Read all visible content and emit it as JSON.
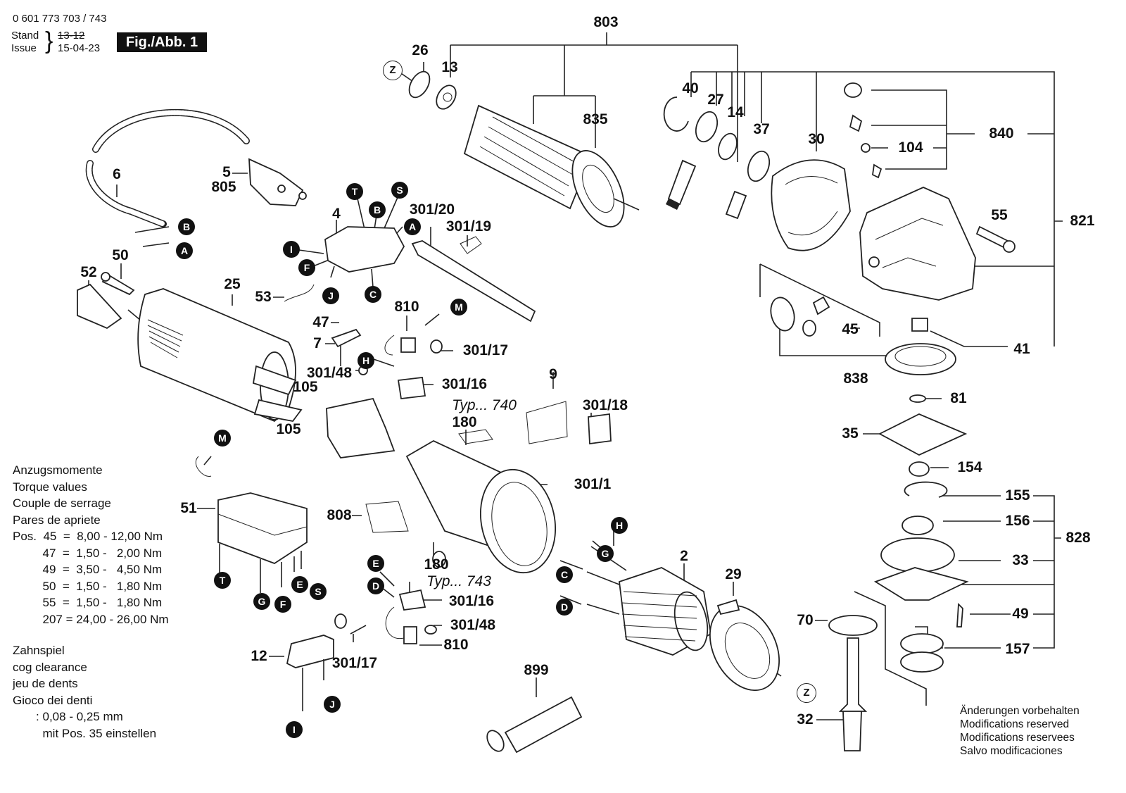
{
  "header": {
    "document_number": "0 601 773 703 / 743",
    "stand_label": "Stand",
    "issue_label": "Issue",
    "revision_old": "13-12",
    "revision_new": "15-04-23",
    "figure_label": "Fig./Abb. 1"
  },
  "torque_note": {
    "lines": [
      "Anzugsmomente",
      "Torque values",
      "Couple de serrage",
      "Pares de apriete"
    ],
    "rows": [
      {
        "pos": "45",
        "value": "8,00 - 12,00 Nm"
      },
      {
        "pos": "47",
        "value": "1,50 -   2,00 Nm"
      },
      {
        "pos": "49",
        "value": "3,50 -   4,50 Nm"
      },
      {
        "pos": "50",
        "value": "1,50 -   1,80 Nm"
      },
      {
        "pos": "55",
        "value": "1,50 -   1,80 Nm"
      },
      {
        "pos": "207",
        "value": "24,00 - 26,00 Nm"
      }
    ],
    "pos_prefix": "Pos.",
    "text": "Anzugsmomente\nTorque values\nCouple de serrage\nPares de apriete\nPos.  45  =  8,00 - 12,00 Nm\n         47  =  1,50 -   2,00 Nm\n         49  =  3,50 -   4,50 Nm\n         50  =  1,50 -   1,80 Nm\n         55  =  1,50 -   1,80 Nm\n         207 = 24,00 - 26,00 Nm"
  },
  "cog_note": {
    "text": "Zahnspiel\ncog clearance\njeu de dents\nGioco dei denti\n       : 0,08 - 0,25 mm\n         mit Pos. 35 einstellen"
  },
  "modifications_note": {
    "text": "Änderungen vorbehalten\nModifications reserved\nModifications reservees\nSalvo modificaciones"
  },
  "part_labels": [
    {
      "id": "803",
      "text": "803"
    },
    {
      "id": "26",
      "text": "26"
    },
    {
      "id": "13",
      "text": "13"
    },
    {
      "id": "835",
      "text": "835"
    },
    {
      "id": "40",
      "text": "40"
    },
    {
      "id": "27",
      "text": "27"
    },
    {
      "id": "14",
      "text": "14"
    },
    {
      "id": "37",
      "text": "37"
    },
    {
      "id": "30",
      "text": "30"
    },
    {
      "id": "840",
      "text": "840"
    },
    {
      "id": "104",
      "text": "104"
    },
    {
      "id": "55",
      "text": "55"
    },
    {
      "id": "821",
      "text": "821"
    },
    {
      "id": "45",
      "text": "45"
    },
    {
      "id": "41",
      "text": "41"
    },
    {
      "id": "838",
      "text": "838"
    },
    {
      "id": "81",
      "text": "81"
    },
    {
      "id": "35",
      "text": "35"
    },
    {
      "id": "154",
      "text": "154"
    },
    {
      "id": "155",
      "text": "155"
    },
    {
      "id": "156",
      "text": "156"
    },
    {
      "id": "828",
      "text": "828"
    },
    {
      "id": "33",
      "text": "33"
    },
    {
      "id": "49",
      "text": "49"
    },
    {
      "id": "157",
      "text": "157"
    },
    {
      "id": "70",
      "text": "70"
    },
    {
      "id": "32",
      "text": "32"
    },
    {
      "id": "6",
      "text": "6"
    },
    {
      "id": "5",
      "text": "5"
    },
    {
      "id": "805",
      "text": "805"
    },
    {
      "id": "50",
      "text": "50"
    },
    {
      "id": "52",
      "text": "52"
    },
    {
      "id": "25",
      "text": "25"
    },
    {
      "id": "105a",
      "text": "105"
    },
    {
      "id": "105b",
      "text": "105"
    },
    {
      "id": "4",
      "text": "4"
    },
    {
      "id": "301/20",
      "text": "301/20"
    },
    {
      "id": "301/19",
      "text": "301/19"
    },
    {
      "id": "53",
      "text": "53"
    },
    {
      "id": "47",
      "text": "47"
    },
    {
      "id": "7",
      "text": "7"
    },
    {
      "id": "810a",
      "text": "810"
    },
    {
      "id": "301/17a",
      "text": "301/17"
    },
    {
      "id": "301/48a",
      "text": "301/48"
    },
    {
      "id": "301/16a",
      "text": "301/16"
    },
    {
      "id": "9",
      "text": "9"
    },
    {
      "id": "301/18",
      "text": "301/18"
    },
    {
      "id": "180a",
      "text": "180"
    },
    {
      "id": "301/1",
      "text": "301/1"
    },
    {
      "id": "808",
      "text": "808"
    },
    {
      "id": "180b",
      "text": "180"
    },
    {
      "id": "51",
      "text": "51"
    },
    {
      "id": "301/16b",
      "text": "301/16"
    },
    {
      "id": "301/48b",
      "text": "301/48"
    },
    {
      "id": "810b",
      "text": "810"
    },
    {
      "id": "12",
      "text": "12"
    },
    {
      "id": "301/17b",
      "text": "301/17"
    },
    {
      "id": "899",
      "text": "899"
    },
    {
      "id": "2",
      "text": "2"
    },
    {
      "id": "29",
      "text": "29"
    }
  ],
  "type_notes": [
    {
      "id": "typ740",
      "text": "Typ... 740"
    },
    {
      "id": "typ743",
      "text": "Typ... 743"
    }
  ],
  "connector_badges": [
    {
      "id": "B-cord",
      "text": "B"
    },
    {
      "id": "A-cord",
      "text": "A"
    },
    {
      "id": "T-switch",
      "text": "T"
    },
    {
      "id": "S-switch",
      "text": "S"
    },
    {
      "id": "B-switch",
      "text": "B"
    },
    {
      "id": "A-switch",
      "text": "A"
    },
    {
      "id": "I-switch",
      "text": "I"
    },
    {
      "id": "F-switch",
      "text": "F"
    },
    {
      "id": "J-switch",
      "text": "J"
    },
    {
      "id": "C-switch",
      "text": "C"
    },
    {
      "id": "M-brush",
      "text": "M"
    },
    {
      "id": "H-brush",
      "text": "H"
    },
    {
      "id": "M-module",
      "text": "M"
    },
    {
      "id": "T-module",
      "text": "T"
    },
    {
      "id": "G-module",
      "text": "G"
    },
    {
      "id": "F-module",
      "text": "F"
    },
    {
      "id": "E-module",
      "text": "E"
    },
    {
      "id": "S-module",
      "text": "S"
    },
    {
      "id": "E-brush2",
      "text": "E"
    },
    {
      "id": "D-brush2",
      "text": "D"
    },
    {
      "id": "I-cap",
      "text": "I"
    },
    {
      "id": "J-cap",
      "text": "J"
    },
    {
      "id": "H-stator",
      "text": "H"
    },
    {
      "id": "G-stator",
      "text": "G"
    },
    {
      "id": "C-stator",
      "text": "C"
    },
    {
      "id": "D-stator",
      "text": "D"
    }
  ],
  "reference_markers": [
    {
      "id": "Z-top",
      "text": "Z"
    },
    {
      "id": "Z-bottom",
      "text": "Z"
    }
  ]
}
